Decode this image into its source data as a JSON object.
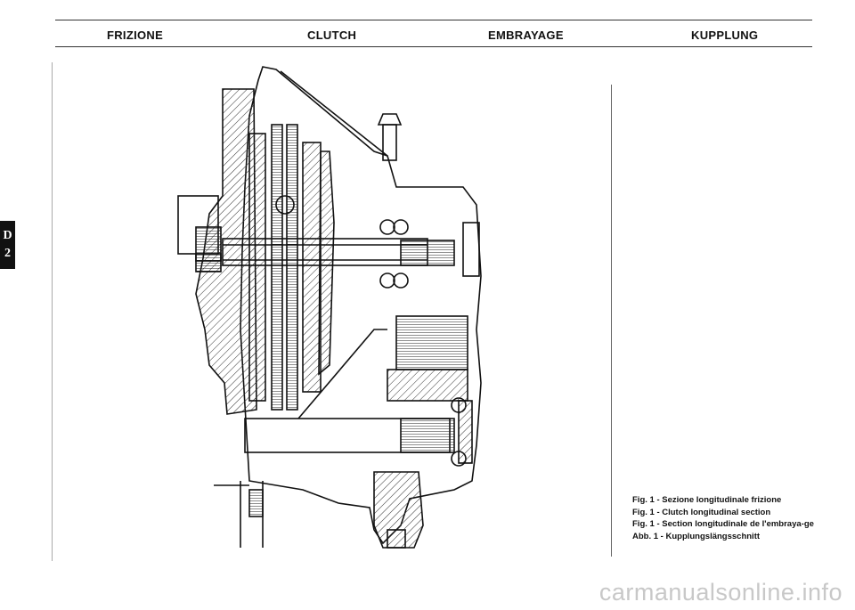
{
  "header": {
    "titles": [
      "FRIZIONE",
      "CLUTCH",
      "EMBRAYAGE",
      "KUPPLUNG"
    ]
  },
  "side_tab": {
    "letter": "D",
    "number": "2"
  },
  "captions": [
    "Fig. 1 - Sezione longitudinale frizione",
    "Fig. 1 - Clutch longitudinal section",
    "Fig. 1 - Section longitudinale de l'embraya-ge",
    "Abb. 1 - Kupplungslängsschnitt"
  ],
  "watermark": "carmanualsonline.info",
  "figure": {
    "name": "clutch-longitudinal-section-drawing"
  }
}
